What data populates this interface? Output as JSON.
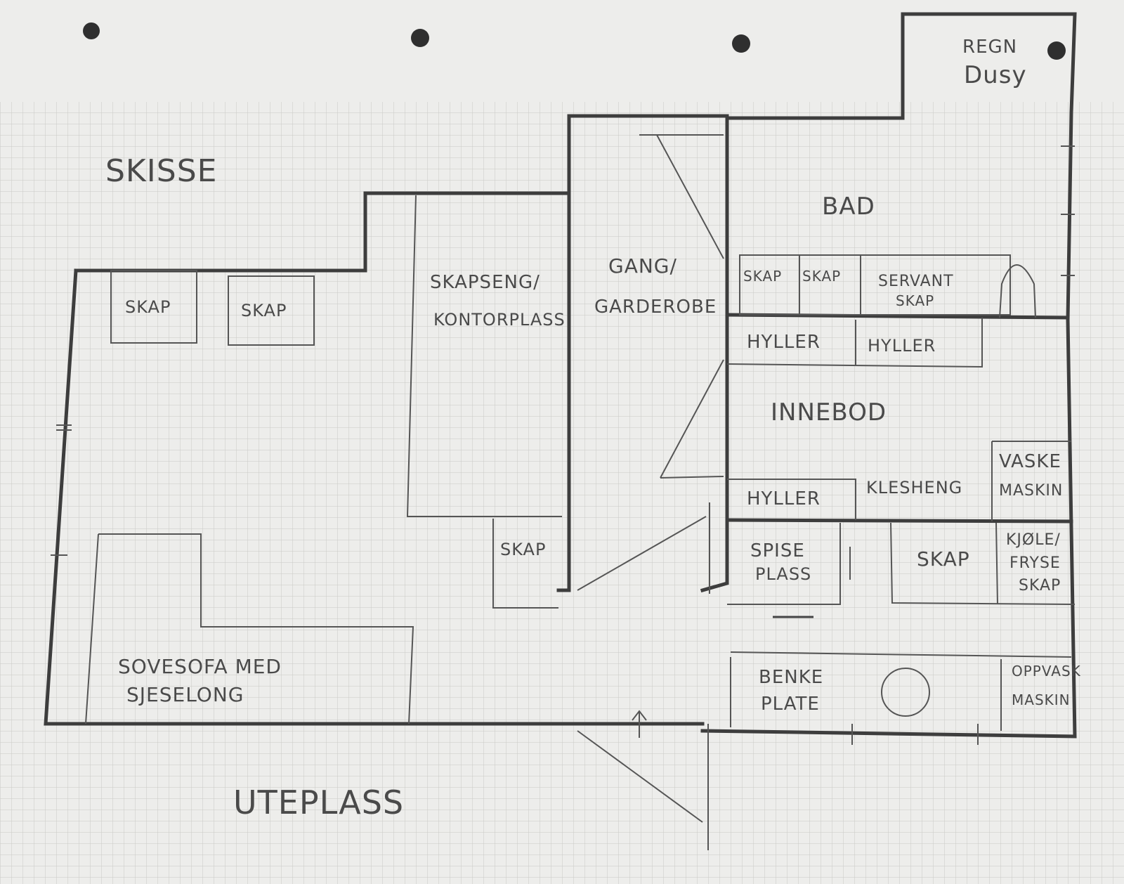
{
  "title": "SKISSE",
  "rooms": {
    "regn_dusj": [
      "REGN",
      "Dusy"
    ],
    "bad": "BAD",
    "gang": [
      "GANG/",
      "GARDEROBE"
    ],
    "skapseng": [
      "SKAPSENG/",
      "KONTORPLASS"
    ],
    "innebod": "INNEBOD",
    "sovesofa": [
      "SOVESOFA MED",
      "SJESELONG"
    ],
    "uteplass": "UTEPLASS"
  },
  "furniture": {
    "skap_left_1": "SKAP",
    "skap_left_2": "SKAP",
    "skap_mid": "SKAP",
    "skap_bad_1": "SKAP",
    "skap_bad_2": "SKAP",
    "servant": [
      "SERVANT",
      "SKAP"
    ],
    "hyller_1": "HYLLER",
    "hyller_2": "HYLLER",
    "hyller_3": "HYLLER",
    "klesheng": "KLESHENG",
    "vaskemaskin": [
      "VASKE",
      "MASKIN"
    ],
    "spiseplass": [
      "SPISE",
      "PLASS"
    ],
    "skap_kitchen": "SKAP",
    "kjoleskap": [
      "KJØLE/",
      "FRYSE",
      "SKAP"
    ],
    "benkeplate": [
      "BENKE",
      "PLATE"
    ],
    "oppvaskmaskin": [
      "OPPVASK",
      "MASKIN"
    ]
  }
}
